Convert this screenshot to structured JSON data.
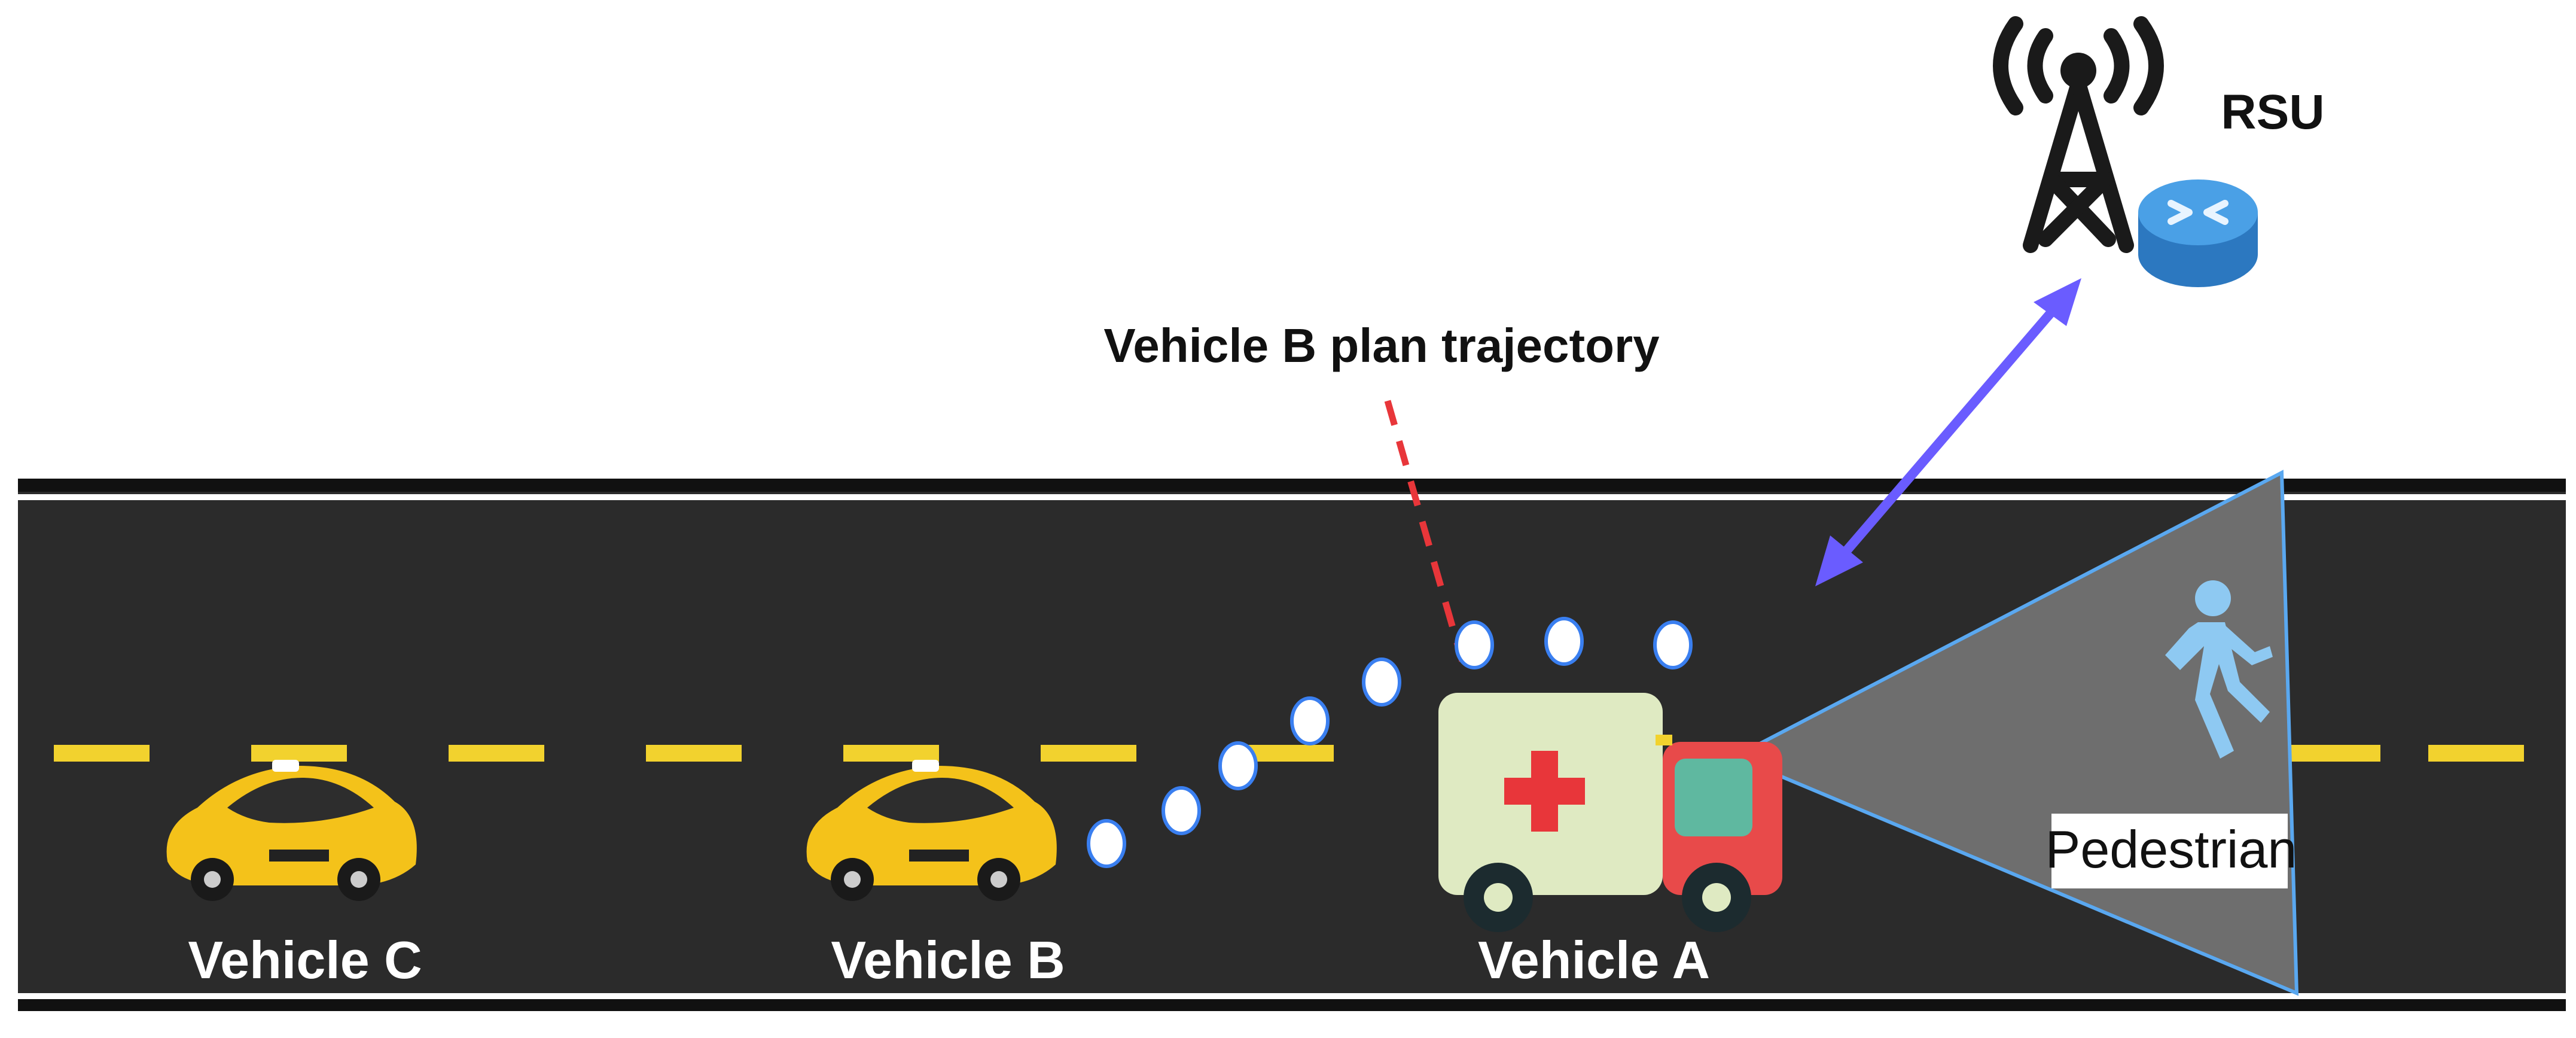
{
  "labels": {
    "rsu": "RSU",
    "trajectory": "Vehicle B plan trajectory",
    "pedestrian": "Pedestrian",
    "vehicle_a": "Vehicle A",
    "vehicle_b": "Vehicle B",
    "vehicle_c": "Vehicle C"
  },
  "icons": {
    "rsu_tower": "antenna-tower-icon",
    "rsu_router": "router-icon",
    "pedestrian": "walking-person-icon",
    "ambulance": "ambulance-icon",
    "taxi": "taxi-icon"
  },
  "colors": {
    "road": "#2b2b2b",
    "lane_dash": "#f2d22e",
    "link_arrow": "#6a5cff",
    "trajectory_dots": "#ffffff",
    "trajectory_pointer": "#e8363a",
    "sensor_cone": "#6e6e6e",
    "sensor_outline": "#5aa8f0",
    "pedestrian_icon": "#8ec9f2",
    "router": "#3a8fd9",
    "ambulance_body": "#dfeac2",
    "ambulance_cab": "#e84a4a",
    "cross": "#e8363a",
    "taxi": "#f4c21a"
  }
}
